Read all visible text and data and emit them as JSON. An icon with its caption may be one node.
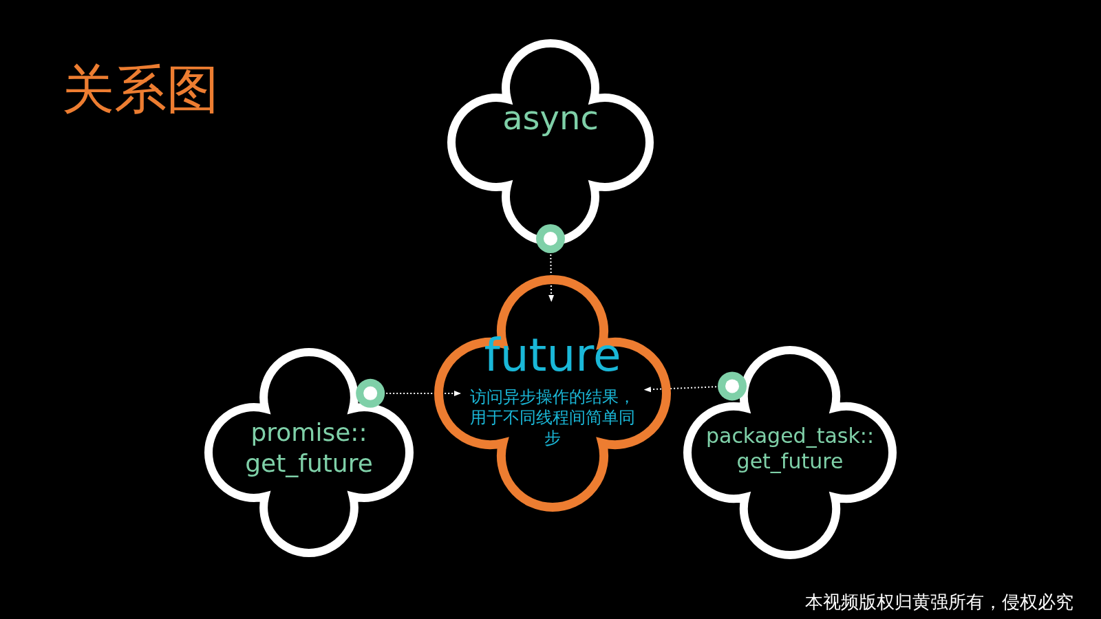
{
  "diagram": {
    "title": "关系图",
    "nodes": [
      {
        "text": [
          "async"
        ]
      },
      {
        "text": [
          "future",
          "访问异步操作的结果，用于不同线程间简单同步"
        ]
      },
      {
        "text": [
          "promise:: get_future"
        ]
      },
      {
        "text": [
          "packaged_task:: get_future"
        ]
      }
    ],
    "edges": [
      {
        "from": 0,
        "to": 1,
        "arrow": "to",
        "style": "dashed"
      },
      {
        "from": 2,
        "to": 1,
        "arrow": "to",
        "style": "dashed"
      },
      {
        "from": 3,
        "to": 1,
        "arrow": "to",
        "style": "dashed"
      }
    ],
    "labels": [
      "本视频版权归黄强所有，侵权必究"
    ]
  }
}
